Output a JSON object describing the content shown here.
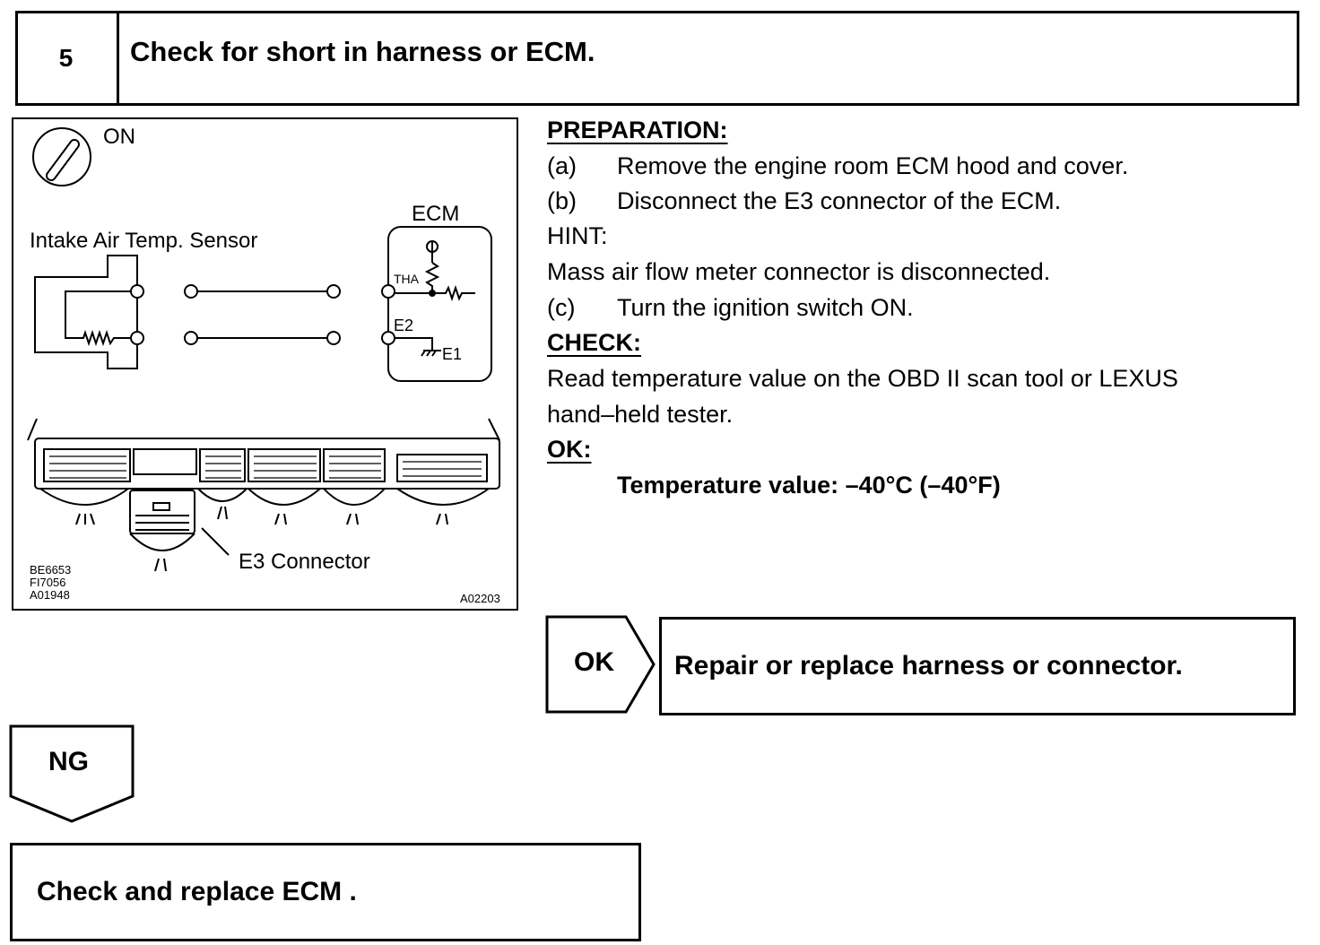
{
  "step": {
    "number": "5",
    "title": "Check for short in harness or ECM."
  },
  "figure": {
    "ignition_state": "ON",
    "ecm_label": "ECM",
    "sensor_label": "Intake Air Temp. Sensor",
    "pin_tha": "THA",
    "pin_e2": "E2",
    "pin_e1": "E1",
    "connector_label": "E3 Connector",
    "codes_left": [
      "BE6653",
      "FI7056",
      "A01948"
    ],
    "code_right": "A02203"
  },
  "procedure": {
    "preparation_heading": "PREPARATION:",
    "steps": [
      {
        "label": "(a)",
        "text": "Remove the engine room ECM hood and cover."
      },
      {
        "label": "(b)",
        "text": "Disconnect the E3 connector of the ECM."
      }
    ],
    "hint_heading": "HINT:",
    "hint_text": "Mass air flow meter connector is disconnected.",
    "step_c": {
      "label": "(c)",
      "text": "Turn the ignition switch ON."
    },
    "check_heading": "CHECK:",
    "check_lines": [
      "Read temperature value on the OBD II scan tool or LEXUS",
      "hand–held tester."
    ],
    "ok_heading": "OK:",
    "ok_spec": "Temperature value: –40°C (–40°F)"
  },
  "branches": {
    "ok_label": "OK",
    "ok_action": "Repair or replace harness or connector.",
    "ng_label": "NG",
    "ng_action": "Check and replace ECM ."
  }
}
